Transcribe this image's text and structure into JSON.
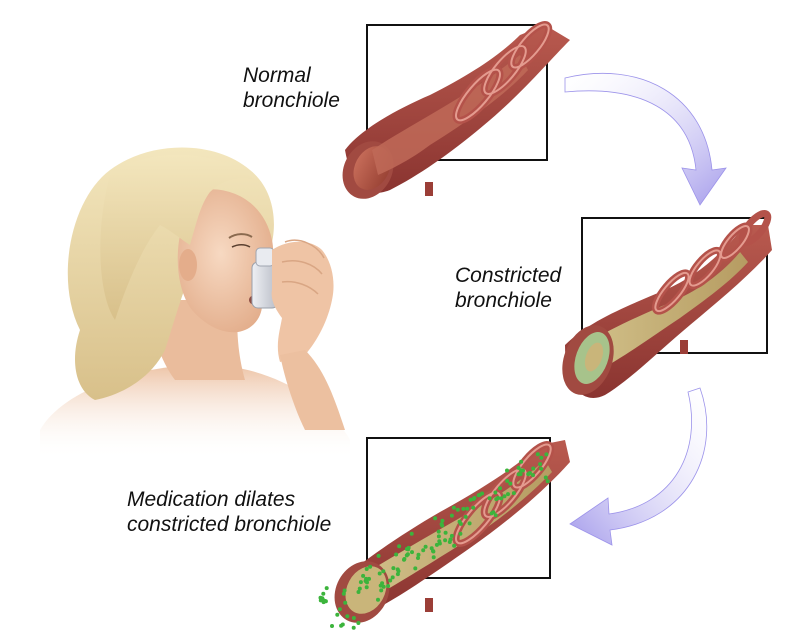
{
  "labels": {
    "normal": [
      "Normal",
      "bronchiole"
    ],
    "constricted": [
      "Constricted",
      "bronchiole"
    ],
    "medication": [
      "Medication dilates",
      "constricted bronchiole"
    ]
  },
  "colors": {
    "airway_wall": "#a8473f",
    "airway_wall_dark": "#7e2c28",
    "airway_lumen": "#c9735f",
    "ring": "#b4524a",
    "ring_highlight": "#e49b8f",
    "mucus": "#c9b57a",
    "mucus_cut": "#a7c38b",
    "medication_particles": "#3cb43c",
    "arrow": "#bdb7f2",
    "arrow_edge": "#8f86e6",
    "skin": "#f1c9ab",
    "hair": "#e8d6a6",
    "inhaler": "#d9dce3"
  },
  "icons": [
    "person-with-inhaler",
    "bronchiole-illustration",
    "flow-arrow"
  ]
}
